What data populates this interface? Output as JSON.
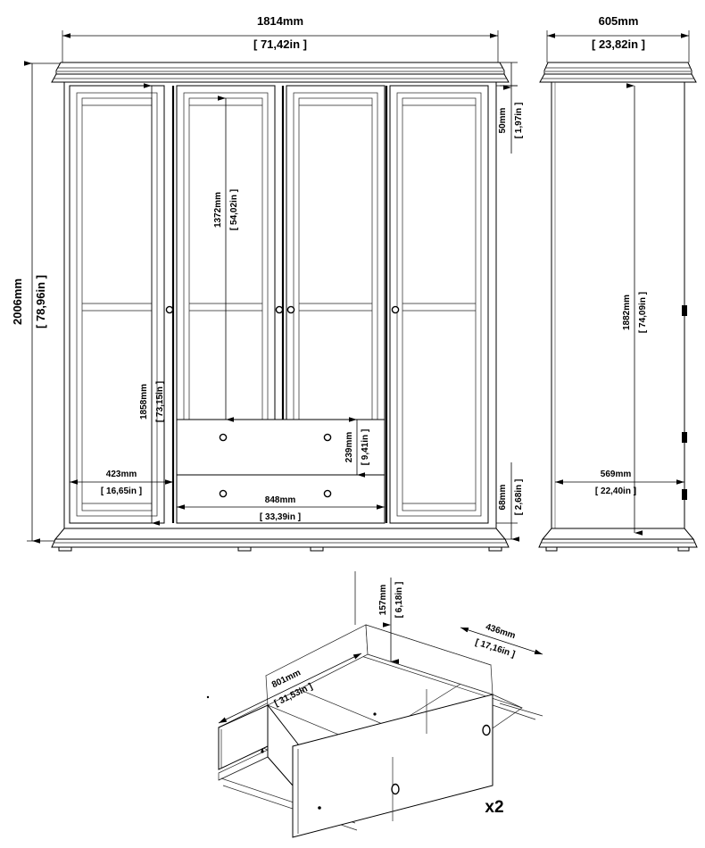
{
  "document": {
    "type": "furniture-assembly-dimension-drawing",
    "product": "4-door wardrobe with 2 drawers"
  },
  "views": {
    "front": {
      "name": "front-elevation",
      "doors": 4,
      "drawers": 2,
      "door_knobs": 4
    },
    "side": {
      "name": "side-elevation",
      "hinges": 3
    },
    "drawer": {
      "name": "drawer-detail-isometric",
      "quantity_label": "x2"
    }
  },
  "dimensions": {
    "front_width": {
      "mm": "1814mm",
      "in": "[ 71,42in ]"
    },
    "front_height": {
      "mm": "2006mm",
      "in": "[ 78,96in ]"
    },
    "side_width": {
      "mm": "605mm",
      "in": "[ 23,82in ]"
    },
    "cornice_height": {
      "mm": "50mm",
      "in": "[ 1,97in ]"
    },
    "plinth_height": {
      "mm": "68mm",
      "in": "[ 2,68in ]"
    },
    "door_upper_panel": {
      "mm": "1372mm",
      "in": "[ 54,02in ]"
    },
    "side_door_height": {
      "mm": "1858mm",
      "in": "[ 73,15in ]"
    },
    "door_width": {
      "mm": "423mm",
      "in": "[ 16,65in ]"
    },
    "drawer_front_width": {
      "mm": "848mm",
      "in": "[ 33,39in ]"
    },
    "drawer_front_height": {
      "mm": "239mm",
      "in": "[ 9,41in ]"
    },
    "side_inner_height": {
      "mm": "1882mm",
      "in": "[ 74,09in ]"
    },
    "side_inner_depth": {
      "mm": "569mm",
      "in": "[ 22,40in ]"
    },
    "drawer_length": {
      "mm": "801mm",
      "in": "[ 31,53in ]"
    },
    "drawer_depth": {
      "mm": "436mm",
      "in": "[ 17,16in ]"
    },
    "drawer_height": {
      "mm": "157mm",
      "in": "[ 6,18in ]"
    }
  },
  "colors": {
    "line": "#000000",
    "background": "#ffffff",
    "shade": "#f2f2f2"
  }
}
